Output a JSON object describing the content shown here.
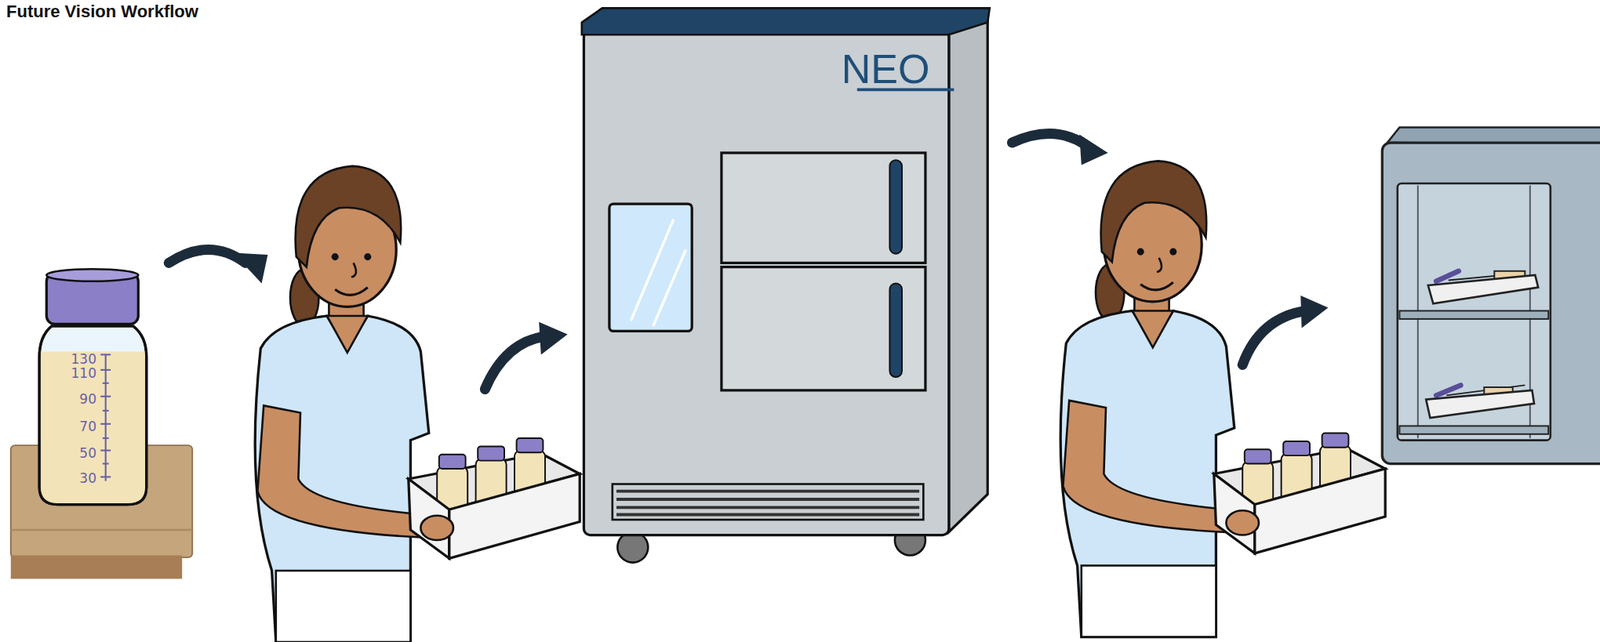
{
  "diagram": {
    "title": "Future Vision Workflow",
    "nodes": [
      {
        "text": [
          "130",
          "110",
          "90",
          "70",
          "50",
          "30"
        ]
      },
      {
        "text": [
          "NEO"
        ]
      }
    ]
  }
}
